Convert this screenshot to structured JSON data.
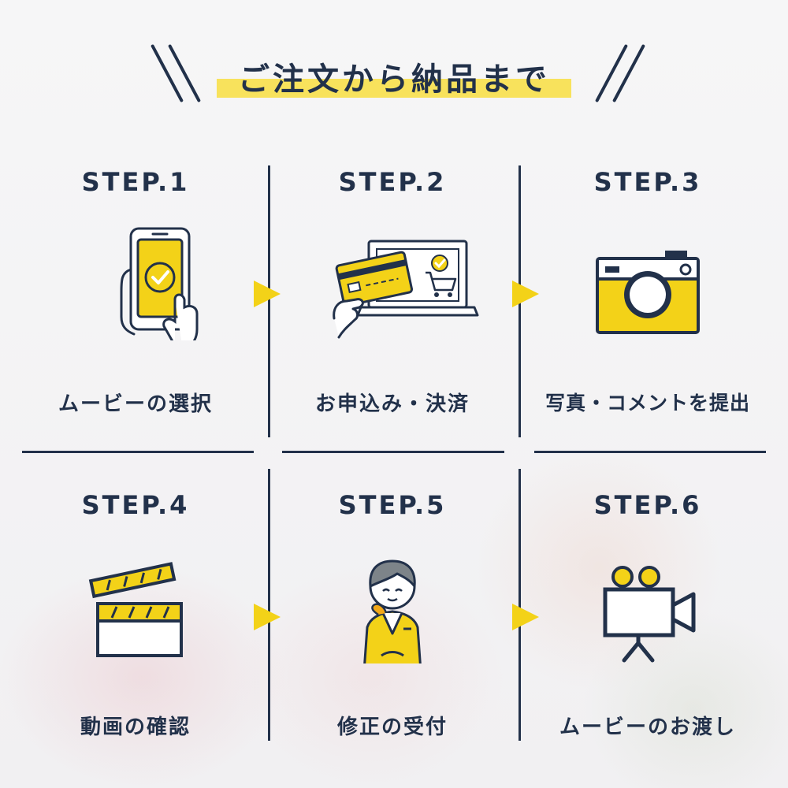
{
  "heading": "ご注文から納品まで",
  "colors": {
    "accent": "#f3d218",
    "navy": "#22314a",
    "highlight": "#f8e25c"
  },
  "steps": [
    {
      "step": "STEP.1",
      "label": "ムービーの選択",
      "icon": "smartphone-tap-icon"
    },
    {
      "step": "STEP.2",
      "label": "お申込み・決済",
      "icon": "credit-card-laptop-icon"
    },
    {
      "step": "STEP.3",
      "label": "写真・コメントを提出",
      "icon": "camera-icon"
    },
    {
      "step": "STEP.4",
      "label": "動画の確認",
      "icon": "clapperboard-icon"
    },
    {
      "step": "STEP.5",
      "label": "修正の受付",
      "icon": "staff-person-icon"
    },
    {
      "step": "STEP.6",
      "label": "ムービーのお渡し",
      "icon": "video-camera-icon"
    }
  ]
}
